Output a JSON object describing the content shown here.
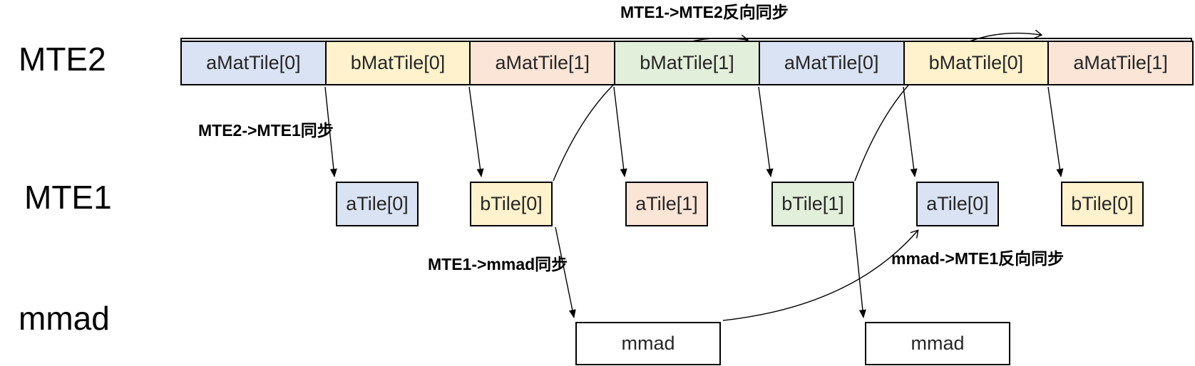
{
  "rows": {
    "mte2": {
      "label": "MTE2",
      "cells": [
        {
          "text": "aMatTile[0]",
          "color": "blue"
        },
        {
          "text": "bMatTile[0]",
          "color": "yellow"
        },
        {
          "text": "aMatTile[1]",
          "color": "salmon"
        },
        {
          "text": "bMatTile[1]",
          "color": "green"
        },
        {
          "text": "aMatTile[0]",
          "color": "blue"
        },
        {
          "text": "bMatTile[0]",
          "color": "yellow"
        },
        {
          "text": "aMatTile[1]",
          "color": "salmon"
        }
      ]
    },
    "mte1": {
      "label": "MTE1",
      "boxes": [
        {
          "text": "aTile[0]",
          "color": "blue"
        },
        {
          "text": "bTile[0]",
          "color": "yellow"
        },
        {
          "text": "aTile[1]",
          "color": "salmon"
        },
        {
          "text": "bTile[1]",
          "color": "green"
        },
        {
          "text": "aTile[0]",
          "color": "blue"
        },
        {
          "text": "bTile[0]",
          "color": "yellow"
        }
      ]
    },
    "mmad": {
      "label": "mmad",
      "boxes": [
        {
          "text": "mmad",
          "color": "white"
        },
        {
          "text": "mmad",
          "color": "white"
        }
      ]
    }
  },
  "annotations": {
    "top": "MTE1->MTE2反向同步",
    "mte2_to_mte1": "MTE2->MTE1同步",
    "mte1_to_mmad": "MTE1->mmad同步",
    "mmad_to_mte1": "mmad->MTE1反向同步"
  },
  "colors": {
    "blue": "#dae3f3",
    "yellow": "#fff2cc",
    "salmon": "#fbe5d6",
    "green": "#e2efda",
    "white": "#ffffff",
    "border": "#000000",
    "arrow": "#000000"
  }
}
